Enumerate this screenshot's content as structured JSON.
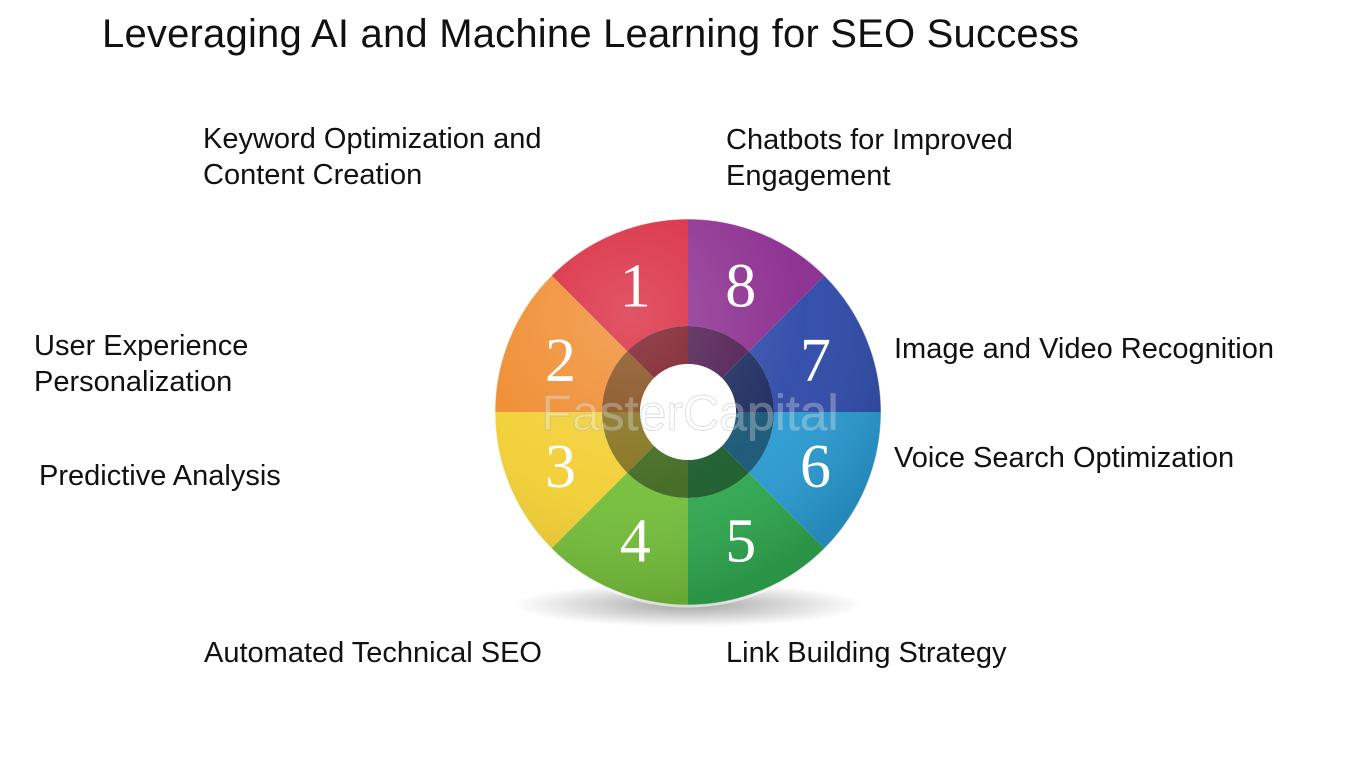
{
  "title": "Leveraging AI and Machine Learning for SEO Success",
  "watermark": "FasterCapital",
  "segments": [
    {
      "number": "1",
      "label": "Keyword Optimization and\nContent Creation",
      "color": "#d8253a"
    },
    {
      "number": "2",
      "label": "User Experience\nPersonalization",
      "color": "#ef8a2c"
    },
    {
      "number": "3",
      "label": "Predictive Analysis",
      "color": "#f2cf34"
    },
    {
      "number": "4",
      "label": "Automated Technical SEO",
      "color": "#74be3a"
    },
    {
      "number": "5",
      "label": "Link Building Strategy",
      "color": "#2fa84f"
    },
    {
      "number": "6",
      "label": "Voice Search Optimization",
      "color": "#2a9bd2"
    },
    {
      "number": "7",
      "label": "Image and Video Recognition",
      "color": "#2e4aa8"
    },
    {
      "number": "8",
      "label": "Chatbots for Improved\nEngagement",
      "color": "#8a2b8e"
    }
  ]
}
